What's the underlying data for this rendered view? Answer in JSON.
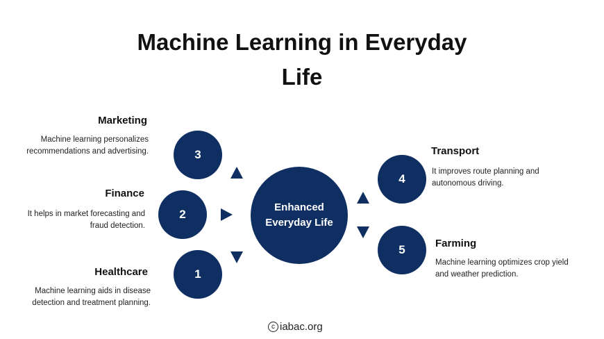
{
  "title": "Machine Learning in Everyday Life",
  "center": {
    "label": "Enhanced Everyday Life"
  },
  "colors": {
    "navy": "#0f2f63"
  },
  "items": [
    {
      "number": "1",
      "heading": "Healthcare",
      "description": "Machine learning aids in disease detection and treatment planning."
    },
    {
      "number": "2",
      "heading": "Finance",
      "description": "It helps in market forecasting and fraud detection."
    },
    {
      "number": "3",
      "heading": "Marketing",
      "description": "Machine learning personalizes recommendations and advertising."
    },
    {
      "number": "4",
      "heading": "Transport",
      "description": "It improves route planning and autonomous driving."
    },
    {
      "number": "5",
      "heading": "Farming",
      "description": "Machine learning optimizes crop yield and weather prediction."
    }
  ],
  "footer": {
    "copyright_icon": "copyright-icon",
    "text": "iabac.org"
  }
}
